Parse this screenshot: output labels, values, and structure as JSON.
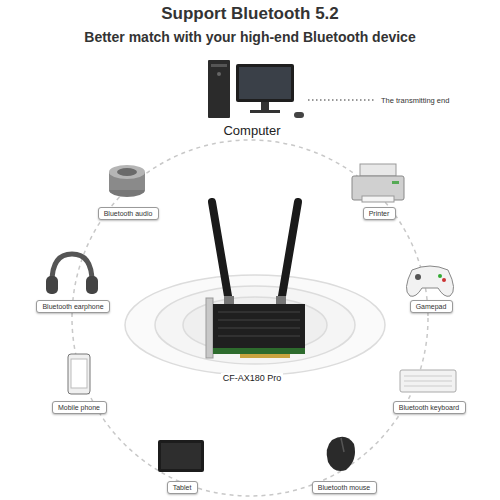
{
  "diagram": {
    "title": "Support Bluetooth 5.2",
    "nodes": [
      {
        "text": [
          "Bluetooth audio"
        ]
      },
      {
        "text": [
          "Printer"
        ]
      },
      {
        "text": [
          "Bluetooth earphone"
        ]
      },
      {
        "text": [
          "Gamepad"
        ]
      },
      {
        "text": [
          "Mobile phone"
        ]
      },
      {
        "text": [
          "Bluetooth keyboard"
        ]
      },
      {
        "text": [
          "Tablet"
        ]
      },
      {
        "text": [
          "Bluetooth mouse"
        ]
      }
    ],
    "labels": [
      "Better match with your high-end Bluetooth device",
      "Computer",
      "The transmitting end",
      "CF-AX180 Pro"
    ]
  }
}
